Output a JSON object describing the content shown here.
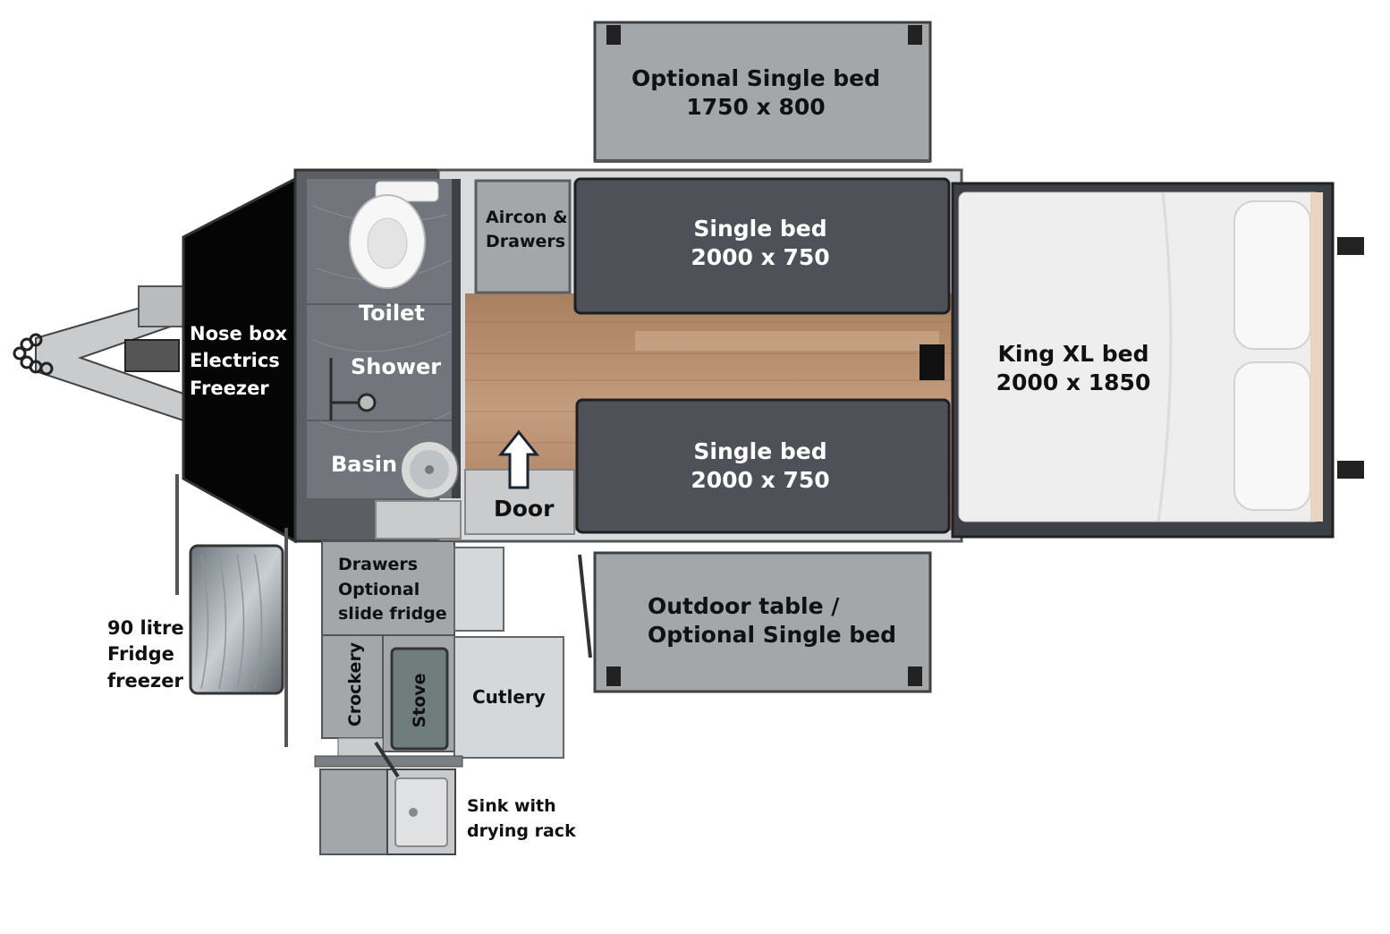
{
  "labels": {
    "opt_single_top": [
      "Optional Single bed",
      "1750 x 800"
    ],
    "single_bed_top": [
      "Single bed",
      "2000 x 750"
    ],
    "single_bed_bottom": [
      "Single bed",
      "2000 x 750"
    ],
    "king_bed": [
      "King XL bed",
      "2000 x 1850"
    ],
    "aircon": [
      "Aircon &",
      "Drawers"
    ],
    "toilet": "Toilet",
    "shower": "Shower",
    "basin": "Basin",
    "door": "Door",
    "nose_box": [
      "Nose box",
      "Electrics",
      "Freezer"
    ],
    "drawers_fridge": [
      "Drawers",
      "Optional",
      "slide fridge"
    ],
    "crockery": "Crockery",
    "stove": "Stove",
    "cutlery": "Cutlery",
    "outdoor_table": [
      "Outdoor table /",
      "Optional Single bed"
    ],
    "fridge_freezer": [
      "90 litre",
      "Fridge",
      "freezer"
    ],
    "sink": [
      "Sink with",
      "drying rack"
    ]
  },
  "colors": {
    "grey_panel": "#a4a7a9",
    "dark_mattress": "#4e5157",
    "wood_floor": "#b48a6a",
    "nose_box": "#050505",
    "bathroom": "#75797f",
    "king_bed": "#eeeeee",
    "stove": "#6f7d7b",
    "light_cabinet": "#d5d8da"
  }
}
